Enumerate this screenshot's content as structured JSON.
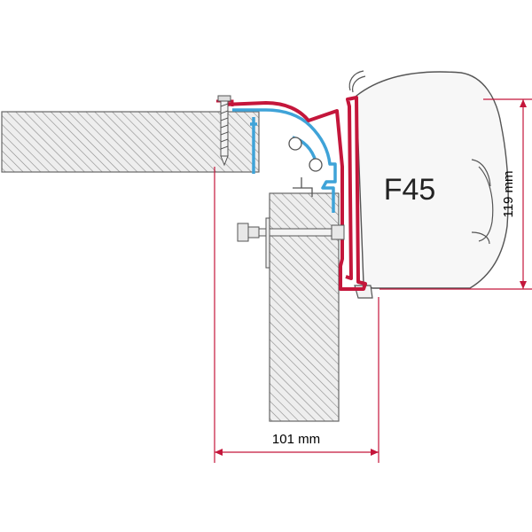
{
  "diagram": {
    "product_label": "F45",
    "dimension_width": "101 mm",
    "dimension_height": "119 mm"
  },
  "colors": {
    "adapter_red": "#c4163b",
    "profile_blue": "#3fa3d8",
    "dimension_line": "#c4163b",
    "hatch": "#777777",
    "outline": "#555555"
  }
}
